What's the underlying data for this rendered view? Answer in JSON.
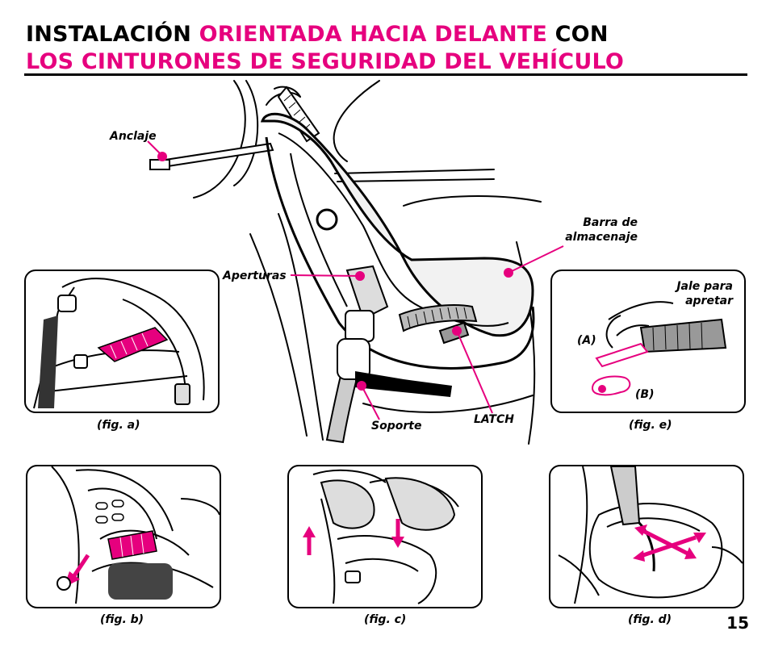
{
  "header": {
    "title_part1": "INSTALACIÓN ",
    "title_part2": "ORIENTADA HACIA DELANTE",
    "title_part3": " CON",
    "title_line2": "LOS CINTURONES DE SEGURIDAD DEL VEHÍCULO"
  },
  "main_labels": {
    "anchor": "Anclaje",
    "storage_bar_line1": "Barra de",
    "storage_bar_line2": "almacenaje",
    "openings": "Aperturas",
    "support": "Soporte",
    "latch": "LATCH"
  },
  "fig_e_labels": {
    "pull_line1": "Jale para",
    "pull_line2": "apretar",
    "a": "(A)",
    "b": "(B)"
  },
  "captions": {
    "fig_a": "(fig. a)",
    "fig_b": "(fig. b)",
    "fig_c": "(fig. c)",
    "fig_d": "(fig. d)",
    "fig_e": "(fig. e)"
  },
  "page_number": "15",
  "colors": {
    "accent": "#e6007e",
    "ink": "#000000"
  }
}
